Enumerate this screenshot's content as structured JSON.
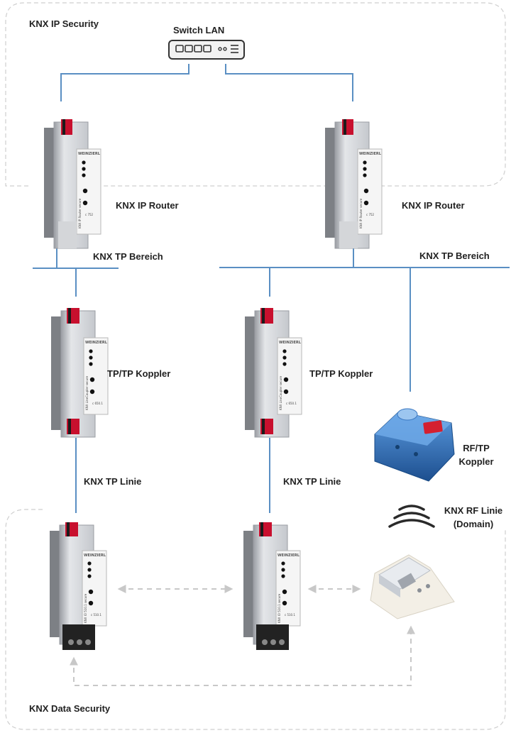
{
  "zones": {
    "ip_security": "KNX IP Security",
    "data_security": "KNX Data Security"
  },
  "switch": {
    "label": "Switch LAN"
  },
  "routers": [
    {
      "label": "KNX IP Router",
      "device_text": "KNX IP Router secure",
      "model": "c 752",
      "brand": "WEINZIERL"
    },
    {
      "label": "KNX IP Router",
      "device_text": "KNX IP Router secure",
      "model": "c 752",
      "brand": "WEINZIERL"
    }
  ],
  "bus_labels": {
    "tp_area_left": "KNX TP Bereich",
    "tp_area_right": "KNX TP Bereich"
  },
  "couplers": [
    {
      "label": "TP/TP Koppler",
      "device_text": "KNX LineCoupler secure",
      "model": "c 650.1",
      "brand": "WEINZIERL"
    },
    {
      "label": "TP/TP Koppler",
      "device_text": "KNX LineCoupler secure",
      "model": "c 650.1",
      "brand": "WEINZIERL"
    }
  ],
  "rf_coupler": {
    "label_line1": "RF/TP",
    "label_line2": "Koppler"
  },
  "line_labels": {
    "tp_line_left": "KNX TP Linie",
    "tp_line_right": "KNX TP Linie"
  },
  "rf_line": {
    "line1": "KNX RF Linie",
    "line2": "(Domain)"
  },
  "io_devices": [
    {
      "device_text": "KNX IO 510.1 secure",
      "model": "c 510.1",
      "brand": "WEINZIERL"
    },
    {
      "device_text": "KNX IO 510.1 secure",
      "model": "c 510.1",
      "brand": "WEINZIERL"
    }
  ],
  "colors": {
    "bus": "#5a8fc3",
    "dashed": "#c8c8c8",
    "zone_border": "#cfcfcf",
    "rf_device": "#2f6fb5"
  }
}
